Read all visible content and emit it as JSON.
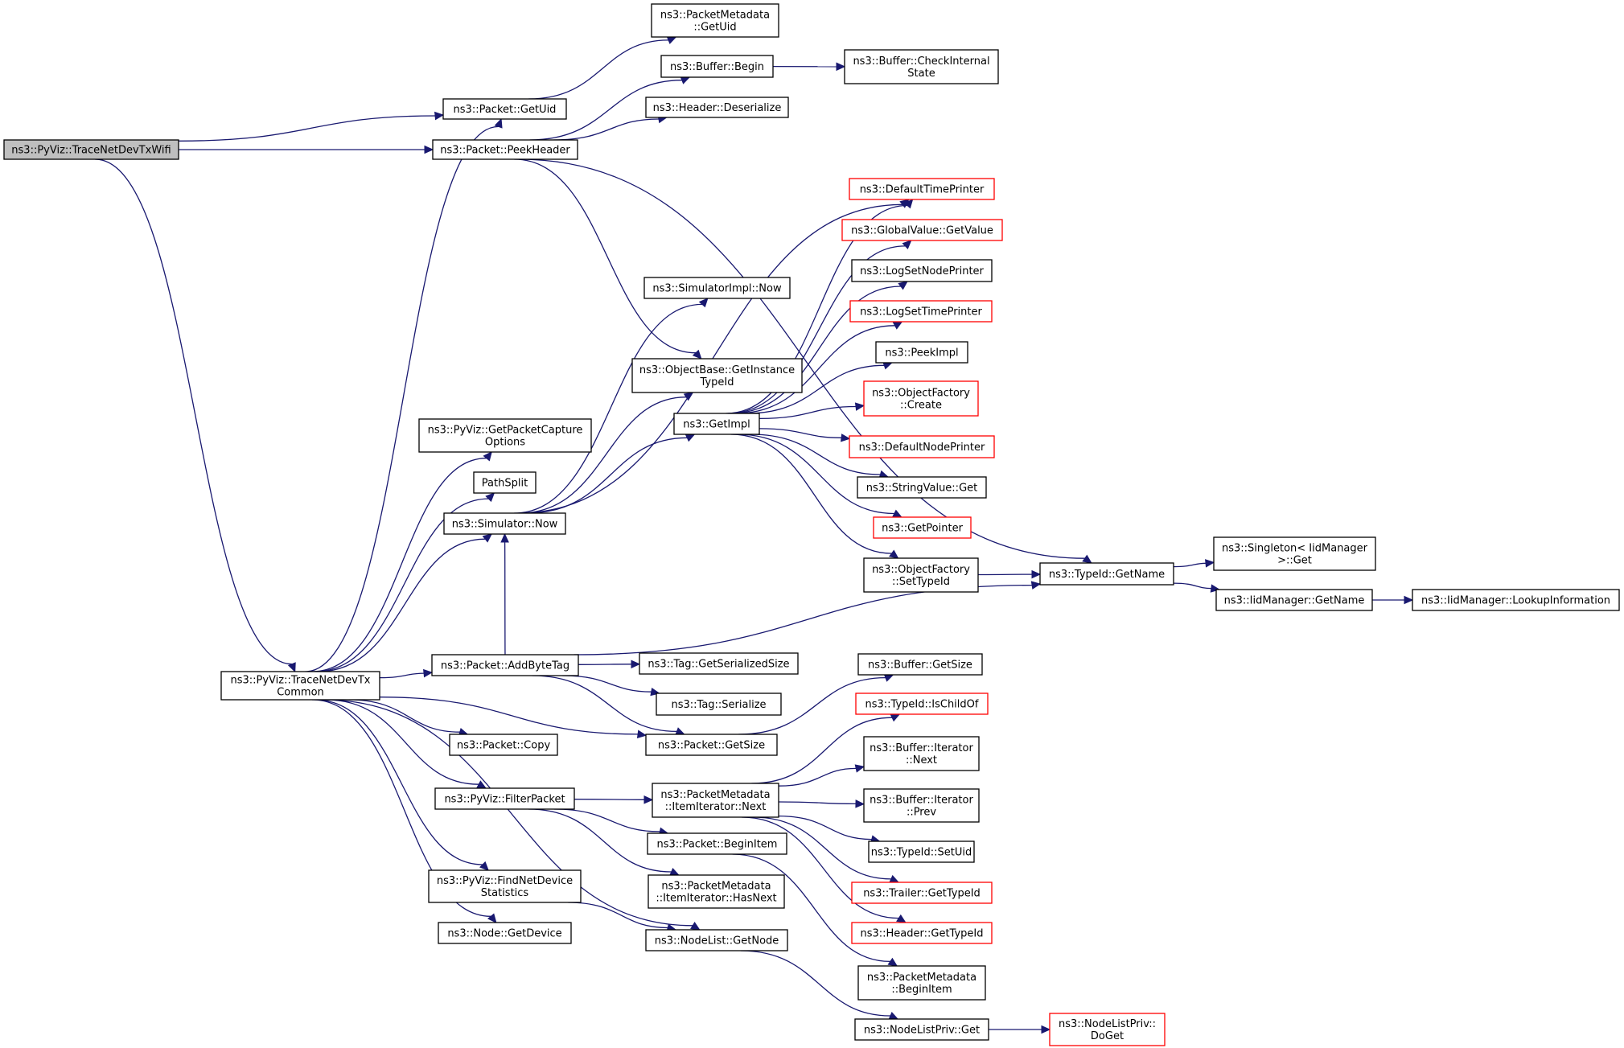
{
  "diagram": {
    "colors": {
      "edge": "#191970",
      "node_border": "#000000",
      "node_border_incomplete": "#ff0000",
      "root_fill": "#bfbfbf"
    },
    "nodes": [
      {
        "id": "root",
        "lines": [
          "ns3::PyViz::TraceNetDevTxWifi"
        ],
        "style": "root"
      },
      {
        "id": "pkt_getuid",
        "lines": [
          "ns3::Packet::GetUid"
        ]
      },
      {
        "id": "pkt_peekheader",
        "lines": [
          "ns3::Packet::PeekHeader"
        ]
      },
      {
        "id": "pm_getuid",
        "lines": [
          "ns3::PacketMetadata",
          "::GetUid"
        ]
      },
      {
        "id": "buf_begin",
        "lines": [
          "ns3::Buffer::Begin"
        ]
      },
      {
        "id": "buf_check",
        "lines": [
          "ns3::Buffer::CheckInternal",
          "State"
        ]
      },
      {
        "id": "hdr_deser",
        "lines": [
          "ns3::Header::Deserialize"
        ]
      },
      {
        "id": "default_time",
        "lines": [
          "ns3::DefaultTimePrinter"
        ],
        "style": "red"
      },
      {
        "id": "gv_getvalue",
        "lines": [
          "ns3::GlobalValue::GetValue"
        ],
        "style": "red"
      },
      {
        "id": "logsetnode",
        "lines": [
          "ns3::LogSetNodePrinter"
        ]
      },
      {
        "id": "logsettime",
        "lines": [
          "ns3::LogSetTimePrinter"
        ],
        "style": "red"
      },
      {
        "id": "peekimpl",
        "lines": [
          "ns3::PeekImpl"
        ]
      },
      {
        "id": "of_create",
        "lines": [
          "ns3::ObjectFactory",
          "::Create"
        ],
        "style": "red"
      },
      {
        "id": "default_node",
        "lines": [
          "ns3::DefaultNodePrinter"
        ],
        "style": "red"
      },
      {
        "id": "sv_get",
        "lines": [
          "ns3::StringValue::Get"
        ]
      },
      {
        "id": "getpointer",
        "lines": [
          "ns3::GetPointer"
        ],
        "style": "red"
      },
      {
        "id": "of_settypeid",
        "lines": [
          "ns3::ObjectFactory",
          "::SetTypeId"
        ]
      },
      {
        "id": "simimpl_now",
        "lines": [
          "ns3::SimulatorImpl::Now"
        ]
      },
      {
        "id": "ob_getinst",
        "lines": [
          "ns3::ObjectBase::GetInstance",
          "TypeId"
        ]
      },
      {
        "id": "getimpl",
        "lines": [
          "ns3::GetImpl"
        ]
      },
      {
        "id": "pyviz_gpco",
        "lines": [
          "ns3::PyViz::GetPacketCapture",
          "Options"
        ]
      },
      {
        "id": "pathsplit",
        "lines": [
          "PathSplit"
        ]
      },
      {
        "id": "sim_now",
        "lines": [
          "ns3::Simulator::Now"
        ]
      },
      {
        "id": "typeid_getname",
        "lines": [
          "ns3::TypeId::GetName"
        ]
      },
      {
        "id": "singleton_get",
        "lines": [
          "ns3::Singleton< IidManager",
          ">::Get"
        ]
      },
      {
        "id": "iid_getname",
        "lines": [
          "ns3::IidManager::GetName"
        ]
      },
      {
        "id": "iid_lookup",
        "lines": [
          "ns3::IidManager::LookupInformation"
        ]
      },
      {
        "id": "common",
        "lines": [
          "ns3::PyViz::TraceNetDevTx",
          "Common"
        ]
      },
      {
        "id": "pkt_addbytetag",
        "lines": [
          "ns3::Packet::AddByteTag"
        ]
      },
      {
        "id": "tag_getsersize",
        "lines": [
          "ns3::Tag::GetSerializedSize"
        ]
      },
      {
        "id": "tag_serialize",
        "lines": [
          "ns3::Tag::Serialize"
        ]
      },
      {
        "id": "buf_getsize",
        "lines": [
          "ns3::Buffer::GetSize"
        ]
      },
      {
        "id": "pkt_getsize",
        "lines": [
          "ns3::Packet::GetSize"
        ]
      },
      {
        "id": "pkt_copy",
        "lines": [
          "ns3::Packet::Copy"
        ]
      },
      {
        "id": "typeid_ischild",
        "lines": [
          "ns3::TypeId::IsChildOf"
        ],
        "style": "red"
      },
      {
        "id": "bi_next",
        "lines": [
          "ns3::Buffer::Iterator",
          "::Next"
        ]
      },
      {
        "id": "bi_prev",
        "lines": [
          "ns3::Buffer::Iterator",
          "::Prev"
        ]
      },
      {
        "id": "pm_ii_next",
        "lines": [
          "ns3::PacketMetadata",
          "::ItemIterator::Next"
        ]
      },
      {
        "id": "pyviz_filter",
        "lines": [
          "ns3::PyViz::FilterPacket"
        ]
      },
      {
        "id": "typeid_setuid",
        "lines": [
          "ns3::TypeId::SetUid"
        ]
      },
      {
        "id": "pkt_beginitem",
        "lines": [
          "ns3::Packet::BeginItem"
        ]
      },
      {
        "id": "trailer_gettid",
        "lines": [
          "ns3::Trailer::GetTypeId"
        ],
        "style": "red"
      },
      {
        "id": "pm_ii_hasnext",
        "lines": [
          "ns3::PacketMetadata",
          "::ItemIterator::HasNext"
        ]
      },
      {
        "id": "pyviz_fnds",
        "lines": [
          "ns3::PyViz::FindNetDevice",
          "Statistics"
        ]
      },
      {
        "id": "header_gettid",
        "lines": [
          "ns3::Header::GetTypeId"
        ],
        "style": "red"
      },
      {
        "id": "node_getdevice",
        "lines": [
          "ns3::Node::GetDevice"
        ]
      },
      {
        "id": "nl_getnode",
        "lines": [
          "ns3::NodeList::GetNode"
        ]
      },
      {
        "id": "pm_beginitem",
        "lines": [
          "ns3::PacketMetadata",
          "::BeginItem"
        ]
      },
      {
        "id": "nlp_get",
        "lines": [
          "ns3::NodeListPriv::Get"
        ]
      },
      {
        "id": "nlp_doget",
        "lines": [
          "ns3::NodeListPriv::",
          "DoGet"
        ],
        "style": "red"
      }
    ],
    "edges": [
      {
        "from": "root",
        "to": "pkt_getuid"
      },
      {
        "from": "root",
        "to": "pkt_peekheader"
      },
      {
        "from": "root",
        "to": "common"
      },
      {
        "from": "pkt_getuid",
        "to": "pm_getuid"
      },
      {
        "from": "pkt_peekheader",
        "to": "buf_begin"
      },
      {
        "from": "pkt_peekheader",
        "to": "hdr_deser"
      },
      {
        "from": "pkt_peekheader",
        "to": "typeid_getname"
      },
      {
        "from": "pkt_peekheader",
        "to": "ob_getinst"
      },
      {
        "from": "buf_begin",
        "to": "buf_check"
      },
      {
        "from": "getimpl",
        "to": "default_time"
      },
      {
        "from": "getimpl",
        "to": "gv_getvalue"
      },
      {
        "from": "getimpl",
        "to": "logsetnode"
      },
      {
        "from": "getimpl",
        "to": "logsettime"
      },
      {
        "from": "getimpl",
        "to": "peekimpl"
      },
      {
        "from": "getimpl",
        "to": "of_create"
      },
      {
        "from": "getimpl",
        "to": "default_node"
      },
      {
        "from": "getimpl",
        "to": "sv_get"
      },
      {
        "from": "getimpl",
        "to": "getpointer"
      },
      {
        "from": "getimpl",
        "to": "of_settypeid"
      },
      {
        "from": "of_settypeid",
        "to": "typeid_getname"
      },
      {
        "from": "typeid_getname",
        "to": "singleton_get"
      },
      {
        "from": "typeid_getname",
        "to": "iid_getname"
      },
      {
        "from": "iid_getname",
        "to": "iid_lookup"
      },
      {
        "from": "sim_now",
        "to": "simimpl_now"
      },
      {
        "from": "sim_now",
        "to": "ob_getinst"
      },
      {
        "from": "sim_now",
        "to": "getimpl"
      },
      {
        "from": "sim_now",
        "to": "default_time"
      },
      {
        "from": "common",
        "to": "pkt_getuid"
      },
      {
        "from": "common",
        "to": "pyviz_gpco"
      },
      {
        "from": "common",
        "to": "pathsplit"
      },
      {
        "from": "common",
        "to": "sim_now"
      },
      {
        "from": "common",
        "to": "pkt_addbytetag"
      },
      {
        "from": "common",
        "to": "pkt_getsize"
      },
      {
        "from": "common",
        "to": "pkt_copy"
      },
      {
        "from": "common",
        "to": "pyviz_filter"
      },
      {
        "from": "common",
        "to": "nl_getnode"
      },
      {
        "from": "common",
        "to": "pyviz_fnds"
      },
      {
        "from": "common",
        "to": "node_getdevice"
      },
      {
        "from": "pkt_addbytetag",
        "to": "sim_now"
      },
      {
        "from": "pkt_addbytetag",
        "to": "typeid_getname"
      },
      {
        "from": "pkt_addbytetag",
        "to": "tag_getsersize"
      },
      {
        "from": "pkt_addbytetag",
        "to": "tag_serialize"
      },
      {
        "from": "pkt_addbytetag",
        "to": "pkt_getsize"
      },
      {
        "from": "pkt_getsize",
        "to": "buf_getsize"
      },
      {
        "from": "pyviz_filter",
        "to": "pm_ii_next"
      },
      {
        "from": "pyviz_filter",
        "to": "pkt_beginitem"
      },
      {
        "from": "pyviz_filter",
        "to": "pm_ii_hasnext"
      },
      {
        "from": "pm_ii_next",
        "to": "typeid_ischild"
      },
      {
        "from": "pm_ii_next",
        "to": "bi_next"
      },
      {
        "from": "pm_ii_next",
        "to": "bi_prev"
      },
      {
        "from": "pm_ii_next",
        "to": "typeid_setuid"
      },
      {
        "from": "pm_ii_next",
        "to": "trailer_gettid"
      },
      {
        "from": "pm_ii_next",
        "to": "header_gettid"
      },
      {
        "from": "pkt_beginitem",
        "to": "pm_beginitem"
      },
      {
        "from": "pyviz_fnds",
        "to": "nl_getnode"
      },
      {
        "from": "nl_getnode",
        "to": "nlp_get"
      },
      {
        "from": "nlp_get",
        "to": "nlp_doget"
      }
    ]
  }
}
